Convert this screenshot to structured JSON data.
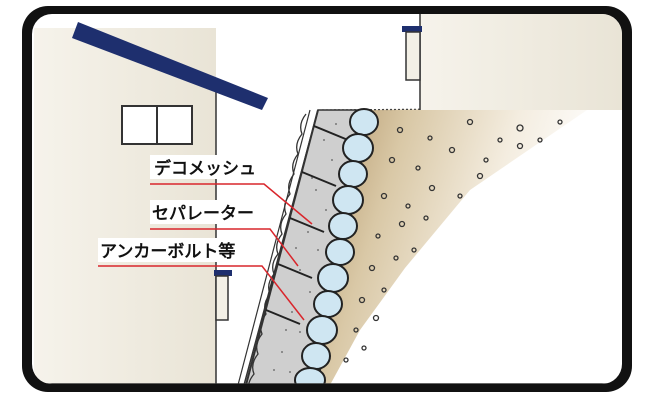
{
  "labels": {
    "deco_mesh": "デコメッシュ",
    "separator": "セパレーター",
    "anchor_bolt": "アンカーボルト等"
  },
  "colors": {
    "frame": "#111111",
    "roof": "#1e2f6e",
    "wall": "#f3f0e6",
    "concrete": "#cfcfcf",
    "stone": "#cfe6f2",
    "soil": "#b79a6e",
    "leader": "#d9262c"
  }
}
